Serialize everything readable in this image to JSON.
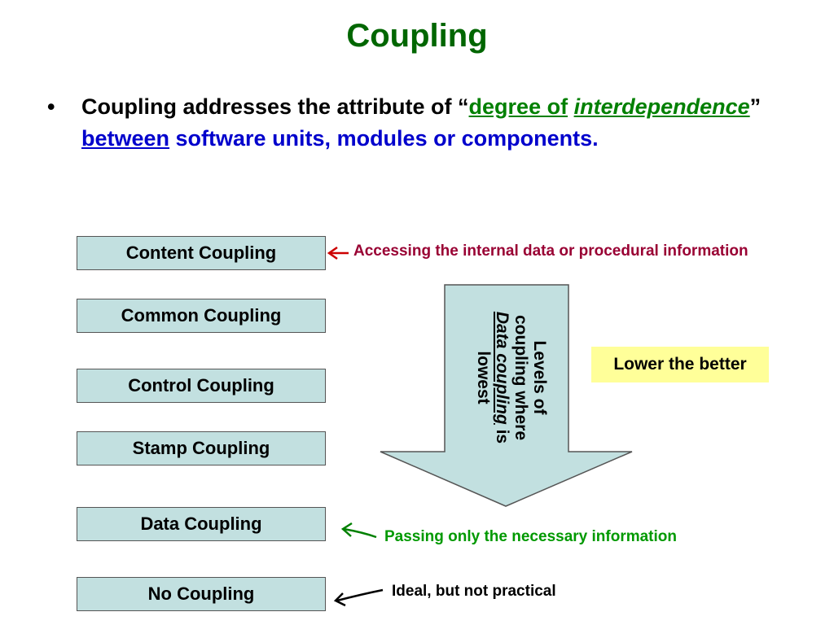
{
  "title": "Coupling",
  "bullet": {
    "marker": "•",
    "part1": "Coupling addresses the attribute of “",
    "degree_of": "degree of",
    "interdependence": "interdependence",
    "close_quote": "”",
    "between": "between",
    "part2": " software units, modules or components."
  },
  "levels": [
    "Content Coupling",
    "Common Coupling",
    "Control Coupling",
    "Stamp Coupling",
    "Data Coupling",
    "No Coupling"
  ],
  "annotations": {
    "content": "Accessing the internal data or procedural information",
    "data": "Passing only the necessary information",
    "none": "Ideal, but not practical"
  },
  "arrow_label": {
    "line1": "Levels of",
    "line2": "coupling where",
    "data_coupling": "Data coupling",
    "is": " is",
    "line4": "lowest"
  },
  "lower_better": "Lower the better",
  "colors": {
    "title": "#006600",
    "box_fill": "#c2e0e0",
    "maroon": "#990033",
    "green": "#009900",
    "blue": "#0000cc",
    "yellow": "#ffff99"
  }
}
